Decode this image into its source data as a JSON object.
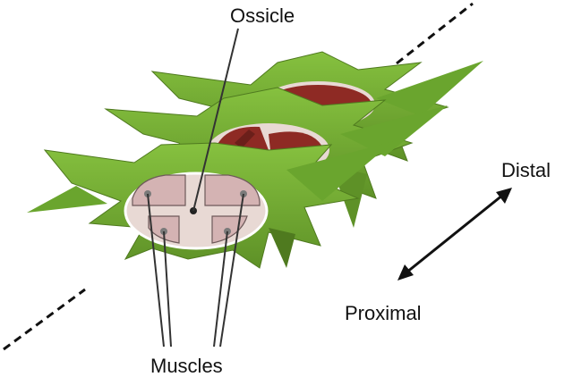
{
  "labels": {
    "ossicle": "Ossicle",
    "distal": "Distal",
    "proximal": "Proximal",
    "muscles": "Muscles"
  },
  "colors": {
    "spine_green": "#77b035",
    "spine_dark": "#4f7a1f",
    "ossicle_fill": "#e8d9d4",
    "muscle_fill": "#d4b3b3",
    "muscle_dark": "#8e2a24",
    "leader_line": "#333333"
  }
}
